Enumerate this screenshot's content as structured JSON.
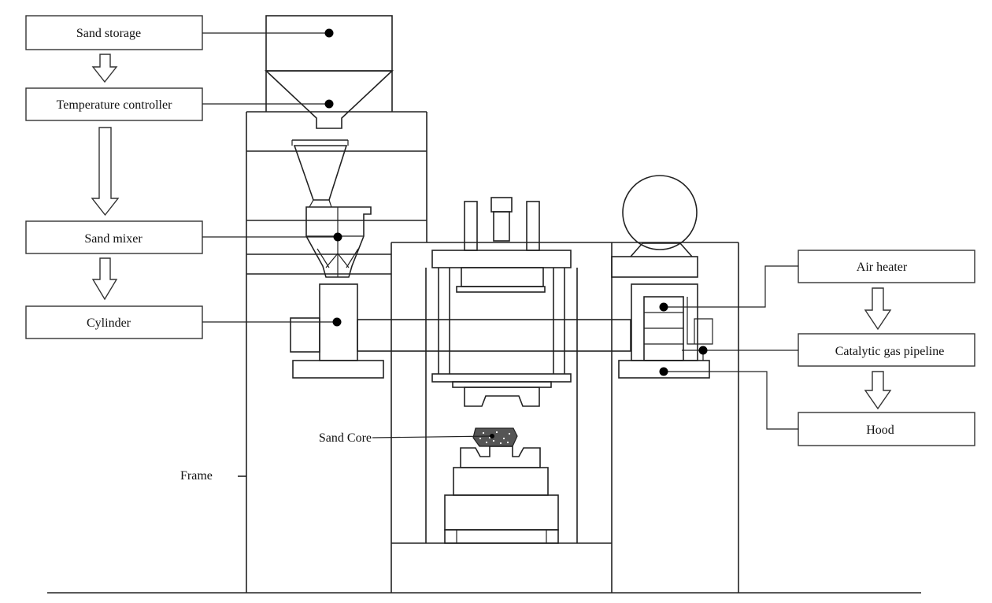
{
  "labels": {
    "sand_storage": "Sand storage",
    "temperature_controller": "Temperature  controller",
    "sand_mixer": "Sand mixer",
    "cylinder": "Cylinder",
    "air_heater": "Air  heater",
    "catalytic_gas_pipeline": "Catalytic  gas pipeline",
    "hood": "Hood",
    "sand_core": "Sand Core",
    "frame": "Frame"
  }
}
